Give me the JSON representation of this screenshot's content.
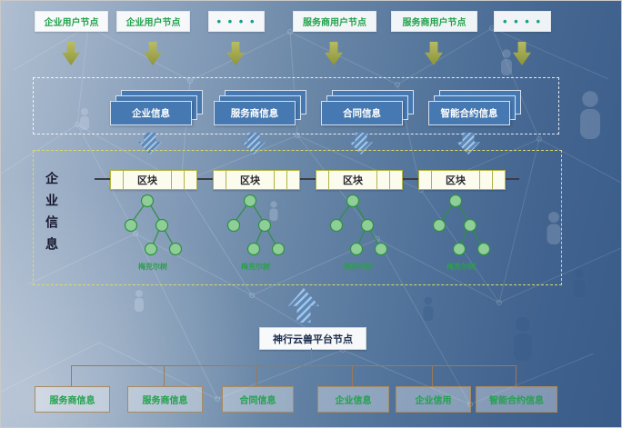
{
  "top_nodes": [
    {
      "label": "企业用户节点"
    },
    {
      "label": "企业用户节点"
    },
    {
      "label": "• • • •"
    },
    {
      "label": "服务商用户节点"
    },
    {
      "label": "服务商用户节点"
    },
    {
      "label": "• • • •"
    }
  ],
  "ledger_cards": [
    {
      "label": "企业信息"
    },
    {
      "label": "服务商信息"
    },
    {
      "label": "合同信息"
    },
    {
      "label": "智能合约信息"
    }
  ],
  "chain_panel": {
    "side_label": "企业信息",
    "blocks": [
      {
        "label": "区块",
        "tree_label": "梅克尔树"
      },
      {
        "label": "区块",
        "tree_label": "梅克尔树"
      },
      {
        "label": "区块",
        "tree_label": "梅克尔树"
      },
      {
        "label": "区块",
        "tree_label": "梅克尔树"
      }
    ]
  },
  "platform_node": {
    "label": "神行云兽平台节点"
  },
  "data_sources": [
    {
      "label": "服务商信息"
    },
    {
      "label": "服务商信息"
    },
    {
      "label": "合同信息"
    },
    {
      "label": "企业信息"
    },
    {
      "label": "企业信用"
    },
    {
      "label": "智能合约信息"
    }
  ],
  "colors": {
    "node_text_green": "#21a24b",
    "card_blue": "#4679b2",
    "arrow_olive": "#a3a838",
    "arrow_blue": "#5b88ba",
    "dashed_yellow": "#d8db6a",
    "connector_brown": "#9a7a58",
    "merkle_green": "#2f8f46"
  }
}
